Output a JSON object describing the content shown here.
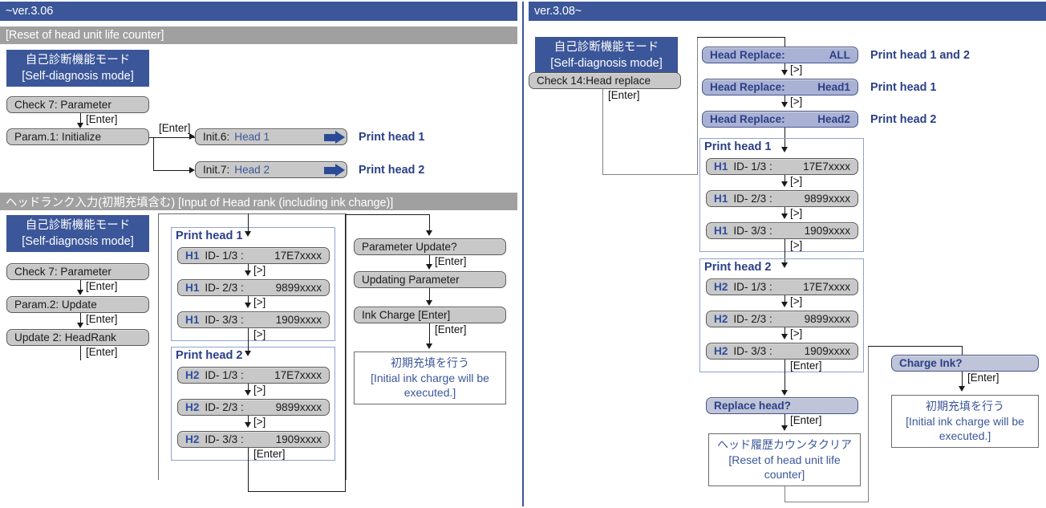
{
  "panels": {
    "left": {
      "version_header": "~ver.3.06",
      "sections": [
        {
          "header": "[Reset of head unit life counter]",
          "mode_box": {
            "jp": "自己診断機能モード",
            "en": "[Self-diagnosis mode]"
          },
          "steps": [
            {
              "label": "Check  7:   Parameter"
            },
            {
              "label": "Param.1:   Initialize"
            }
          ],
          "enter_labels": [
            "[Enter]",
            "[Enter]"
          ],
          "branches": [
            {
              "lcd_prefix": "Init.6:",
              "lcd_value": "Head 1",
              "result": "Print head 1"
            },
            {
              "lcd_prefix": "Init.7:",
              "lcd_value": "Head 2",
              "result": "Print head 2"
            }
          ]
        },
        {
          "header": "ヘッドランク入力(初期充填含む)  [Input of Head rank (including ink change)]",
          "mode_box": {
            "jp": "自己診断機能モード",
            "en": "[Self-diagnosis mode]"
          },
          "steps": [
            {
              "label": "Check  7:   Parameter"
            },
            {
              "label": "Param.2:   Update"
            },
            {
              "label": "Update 2:  HeadRank"
            }
          ],
          "enter_labels": [
            "[Enter]",
            "[Enter]",
            "[Enter]"
          ],
          "head_groups": [
            {
              "title": "Print head 1",
              "rows": [
                {
                  "head": "H1",
                  "id": "ID- 1/3 :",
                  "value": "17E7xxxx"
                },
                {
                  "head": "H1",
                  "id": "ID- 2/3 :",
                  "value": "9899xxxx"
                },
                {
                  "head": "H1",
                  "id": "ID- 3/3 :",
                  "value": "1909xxxx"
                }
              ],
              "step_keys": [
                "[>]",
                "[>]",
                "[>]"
              ]
            },
            {
              "title": "Print head 2",
              "rows": [
                {
                  "head": "H2",
                  "id": "ID- 1/3 :",
                  "value": "17E7xxxx"
                },
                {
                  "head": "H2",
                  "id": "ID- 2/3 :",
                  "value": "9899xxxx"
                },
                {
                  "head": "H2",
                  "id": "ID- 3/3 :",
                  "value": "1909xxxx"
                }
              ],
              "step_keys": [
                "[>]",
                "[>]",
                "[Enter]"
              ]
            }
          ],
          "update_chain": [
            {
              "label": "Parameter Update?"
            },
            {
              "label": "Updating Parameter"
            },
            {
              "label": "Ink Charge   [Enter]"
            }
          ],
          "update_enters": [
            "[Enter]",
            "[Enter]"
          ],
          "final_note": {
            "jp": "初期充填を行う",
            "en1": "[Initial ink charge will be",
            "en2": "executed.]"
          }
        }
      ]
    },
    "right": {
      "version_header": "ver.3.08~",
      "mode_box": {
        "jp": "自己診断機能モード",
        "en": "[Self-diagnosis mode]"
      },
      "check_step": {
        "label": "Check  14:Head replace",
        "enter": "[Enter]"
      },
      "replace_options": [
        {
          "label_left": "Head Replace:",
          "label_right": "ALL",
          "result": "Print head 1 and 2",
          "key": "[>]"
        },
        {
          "label_left": "Head Replace:",
          "label_right": "Head1",
          "result": "Print head 1",
          "key": "[>]"
        },
        {
          "label_left": "Head Replace:",
          "label_right": "Head2",
          "result": "Print head 2",
          "key": ""
        }
      ],
      "head_groups": [
        {
          "title": "Print head 1",
          "rows": [
            {
              "head": "H1",
              "id": "ID- 1/3 :",
              "value": "17E7xxxx"
            },
            {
              "head": "H1",
              "id": "ID- 2/3 :",
              "value": "9899xxxx"
            },
            {
              "head": "H1",
              "id": "ID- 3/3 :",
              "value": "1909xxxx"
            }
          ],
          "step_keys": [
            "[>]",
            "[>]",
            "[>]"
          ]
        },
        {
          "title": "Print head 2",
          "rows": [
            {
              "head": "H2",
              "id": "ID- 1/3 :",
              "value": "17E7xxxx"
            },
            {
              "head": "H2",
              "id": "ID- 2/3 :",
              "value": "9899xxxx"
            },
            {
              "head": "H2",
              "id": "ID- 3/3 :",
              "value": "1909xxxx"
            }
          ],
          "step_keys": [
            "[>]",
            "[>]",
            "[Enter]"
          ]
        }
      ],
      "replace_head_prompt": {
        "label": "Replace head?",
        "enter": "[Enter]"
      },
      "reset_note": {
        "jp": "ヘッド履歴カウンタクリア",
        "en1": "[Reset of head unit life",
        "en2": "counter]"
      },
      "charge_prompt": {
        "label": "Charge Ink?",
        "enter": "[Enter]"
      },
      "charge_note": {
        "jp": "初期充填を行う",
        "en1": "[Initial ink charge will be",
        "en2": "executed.]"
      }
    }
  },
  "colors": {
    "navy": "#3b5699",
    "gray_bar": "#a0a0a0",
    "lcd_fill": "#c8c8c8",
    "lcd_blue_fill": "#a9b2d4",
    "frame_blue": "#8ea3cf",
    "text_blue": "#2b3f86"
  }
}
